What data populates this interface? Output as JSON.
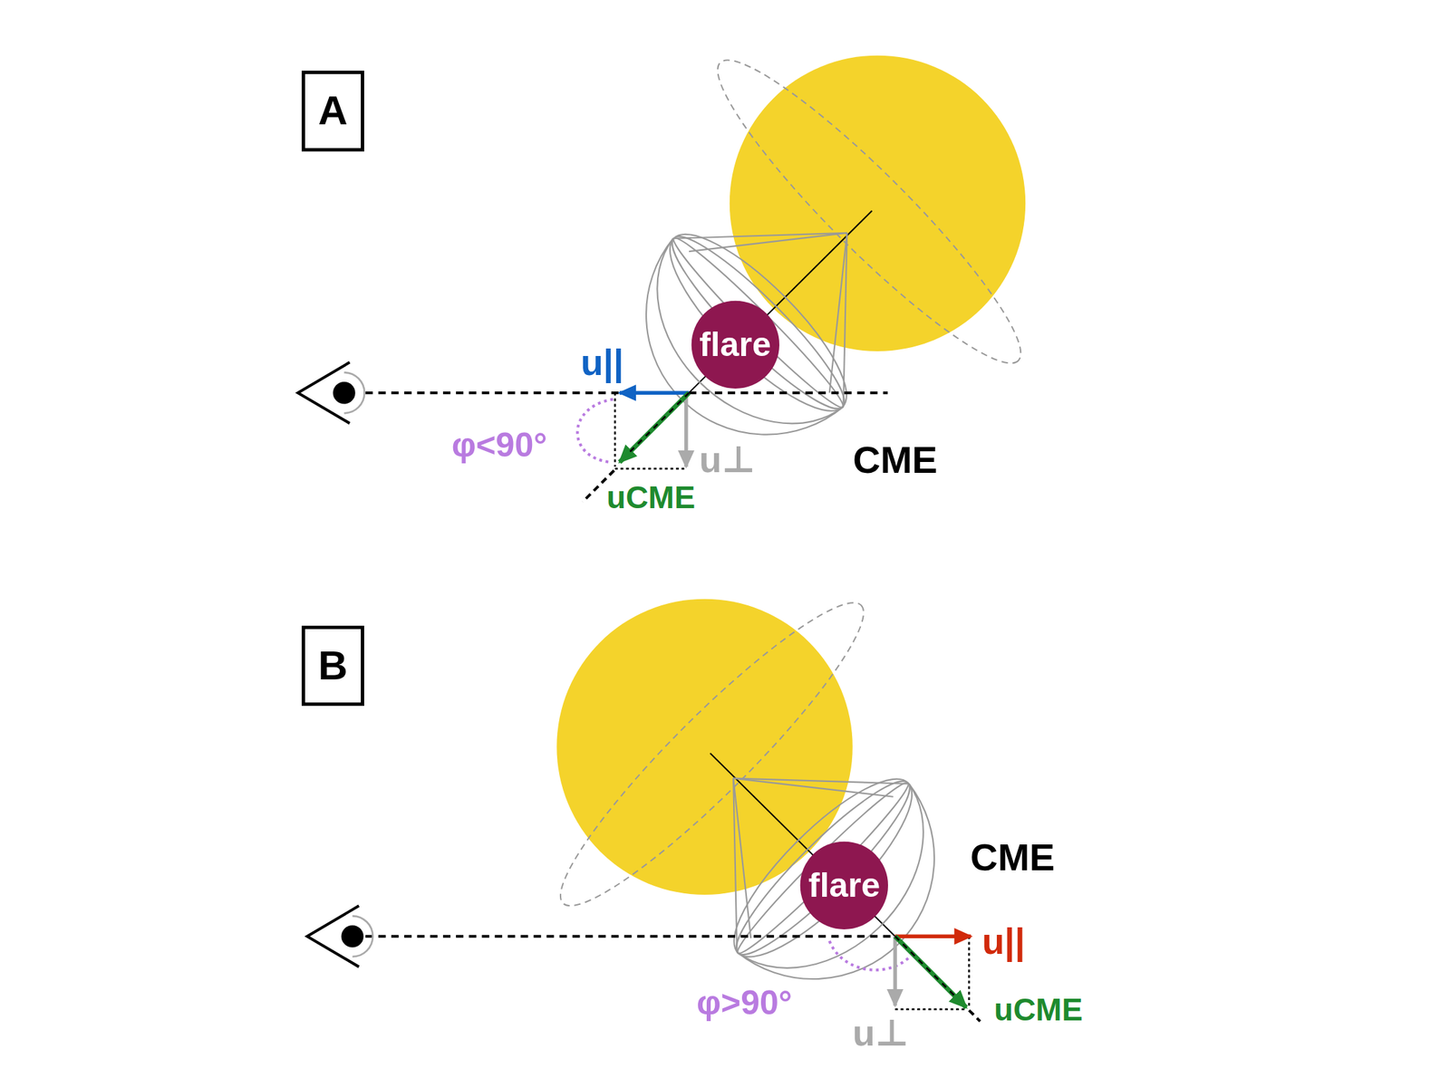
{
  "diagram": {
    "nodes": [
      {
        "text": [
          "A"
        ]
      },
      {
        "text": [
          "flare"
        ]
      },
      {
        "text": [
          "B"
        ]
      },
      {
        "text": [
          "flare"
        ]
      }
    ],
    "labels": [
      "CME",
      "u||",
      "u⊥",
      "uCME",
      "φ<90°",
      "CME",
      "u||",
      "u⊥",
      "uCME",
      "φ>90°"
    ]
  }
}
